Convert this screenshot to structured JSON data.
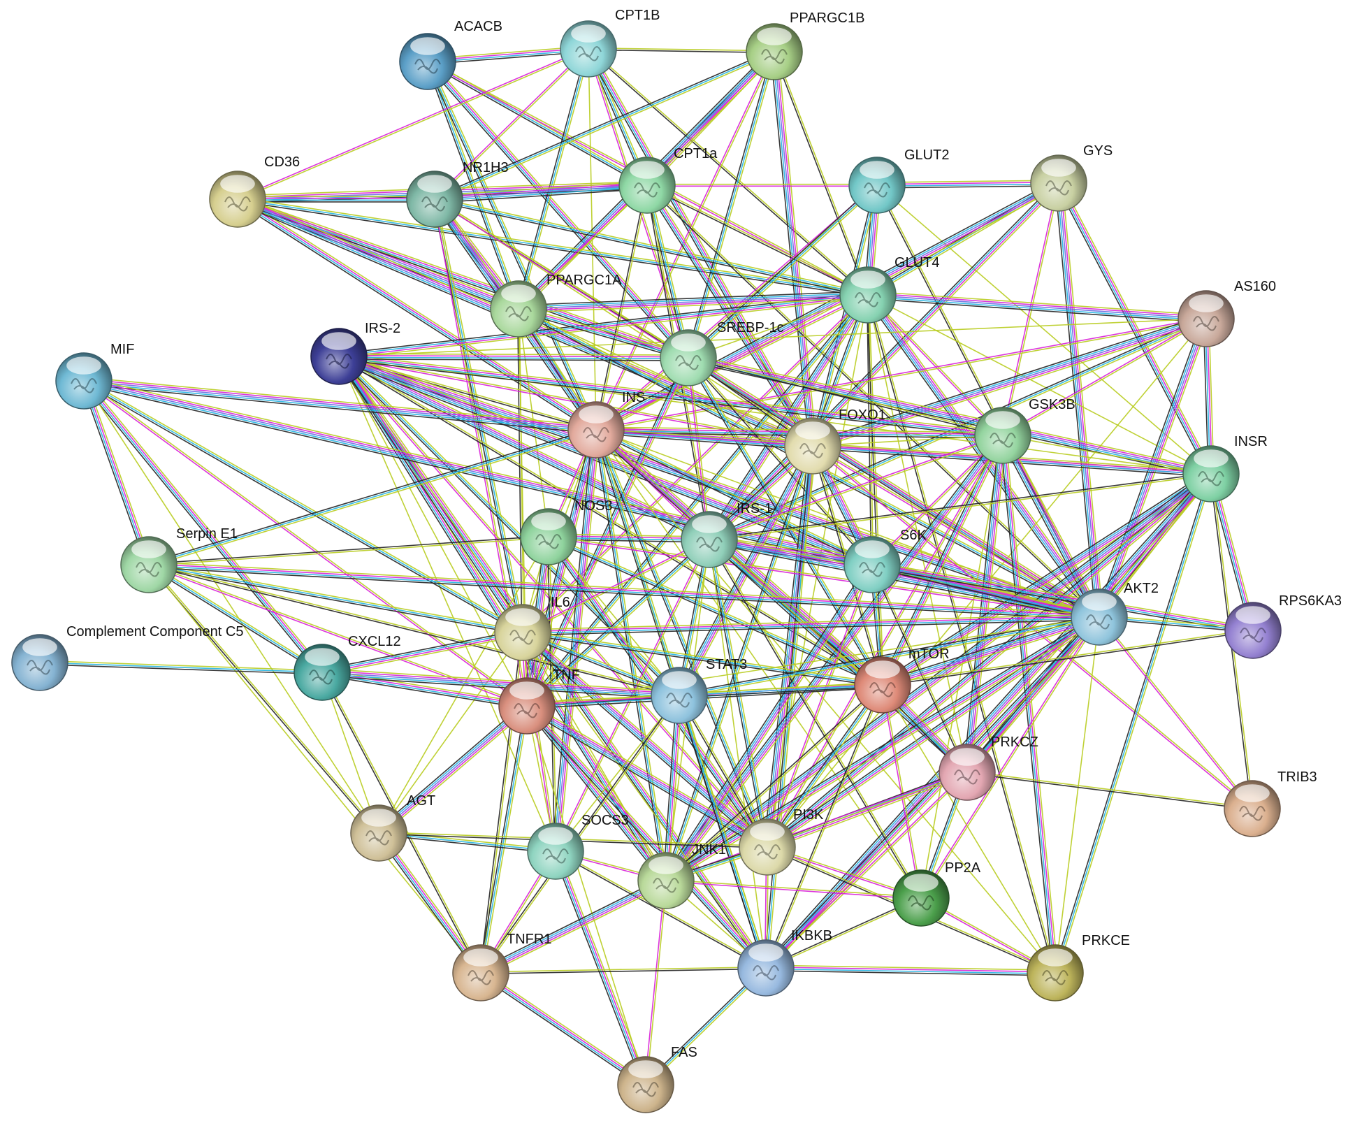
{
  "network": {
    "nodes": [
      {
        "id": "ACACB",
        "label": "ACACB",
        "color": "#5b9fc7"
      },
      {
        "id": "CPT1B",
        "label": "CPT1B",
        "color": "#8fd6d8"
      },
      {
        "id": "PPARGC1B",
        "label": "PPARGC1B",
        "color": "#a7cf86"
      },
      {
        "id": "CD36",
        "label": "CD36",
        "color": "#d6cf8f"
      },
      {
        "id": "NR1H3",
        "label": "NR1H3",
        "color": "#7fb8a6"
      },
      {
        "id": "CPT1a",
        "label": "CPT1a",
        "color": "#8fd8a5"
      },
      {
        "id": "GLUT2",
        "label": "GLUT2",
        "color": "#72c7c7"
      },
      {
        "id": "GYS",
        "label": "GYS",
        "color": "#c8d0a2"
      },
      {
        "id": "GLUT4",
        "label": "GLUT4",
        "color": "#86d2b1"
      },
      {
        "id": "AS160",
        "label": "AS160",
        "color": "#c8a89a"
      },
      {
        "id": "PPARGC1A",
        "label": "PPARGC1A",
        "color": "#a9d89c"
      },
      {
        "id": "IRS-2",
        "label": "IRS-2",
        "color": "#3d3f96"
      },
      {
        "id": "SREBP-1c",
        "label": "SREBP-1c",
        "color": "#9fdcb0"
      },
      {
        "id": "MIF",
        "label": "MIF",
        "color": "#6fb9d4"
      },
      {
        "id": "INS",
        "label": "INS",
        "color": "#e2aa9d"
      },
      {
        "id": "FOXO1",
        "label": "FOXO1",
        "color": "#e2dcae"
      },
      {
        "id": "GSK3B",
        "label": "GSK3B",
        "color": "#94d49f"
      },
      {
        "id": "INSR",
        "label": "INSR",
        "color": "#7ed0a3"
      },
      {
        "id": "NOS3",
        "label": "NOS3",
        "color": "#8fd39d"
      },
      {
        "id": "IRS-1",
        "label": "IRS-1",
        "color": "#90cfb9"
      },
      {
        "id": "S6K",
        "label": "S6K",
        "color": "#80cfc3"
      },
      {
        "id": "Serpin E1",
        "label": "Serpin E1",
        "color": "#9fd7a5"
      },
      {
        "id": "IL6",
        "label": "IL6",
        "color": "#d8d49c"
      },
      {
        "id": "AKT2",
        "label": "AKT2",
        "color": "#8fc4dc"
      },
      {
        "id": "RPS6KA3",
        "label": "RPS6KA3",
        "color": "#9481d1"
      },
      {
        "id": "Complement Component C5",
        "label": "Complement Component C5",
        "color": "#85b3d2"
      },
      {
        "id": "CXCL12",
        "label": "CXCL12",
        "color": "#4aa9a1"
      },
      {
        "id": "TNF",
        "label": "TNF",
        "color": "#d98f7e"
      },
      {
        "id": "STAT3",
        "label": "STAT3",
        "color": "#8ec2dd"
      },
      {
        "id": "mTOR",
        "label": "mTOR",
        "color": "#de8a78"
      },
      {
        "id": "PRKCZ",
        "label": "PRKCZ",
        "color": "#e3a7b2"
      },
      {
        "id": "TRIB3",
        "label": "TRIB3",
        "color": "#dbb08f"
      },
      {
        "id": "AGT",
        "label": "AGT",
        "color": "#cfc098"
      },
      {
        "id": "SOCS3",
        "label": "SOCS3",
        "color": "#8fd4c0"
      },
      {
        "id": "PI3K",
        "label": "PI3K",
        "color": "#dcd9a9"
      },
      {
        "id": "JNK1",
        "label": "JNK1",
        "color": "#b9d99a"
      },
      {
        "id": "PP2A",
        "label": "PP2A",
        "color": "#4b9f4b"
      },
      {
        "id": "PRKCE",
        "label": "PRKCE",
        "color": "#bdb45b"
      },
      {
        "id": "TNFR1",
        "label": "TNFR1",
        "color": "#d8b691"
      },
      {
        "id": "IKBKB",
        "label": "IKBKB",
        "color": "#97b9df"
      },
      {
        "id": "FAS",
        "label": "FAS",
        "color": "#cdb48c"
      }
    ],
    "edge_colors": {
      "textmining": "#b8cc1f",
      "coexpression": "#222222",
      "experiments": "#d81fd8",
      "databases": "#21b4e2",
      "neighborhood": "#6a6ae0"
    },
    "edges": [
      [
        "ACACB",
        "CPT1B"
      ],
      [
        "ACACB",
        "CPT1a"
      ],
      [
        "ACACB",
        "GLUT4"
      ],
      [
        "ACACB",
        "SREBP-1c"
      ],
      [
        "ACACB",
        "PPARGC1A"
      ],
      [
        "ACACB",
        "INS"
      ],
      [
        "CPT1B",
        "PPARGC1B"
      ],
      [
        "CPT1B",
        "CPT1a"
      ],
      [
        "CPT1B",
        "NR1H3"
      ],
      [
        "CPT1B",
        "GLUT4"
      ],
      [
        "CPT1B",
        "PPARGC1A"
      ],
      [
        "CPT1B",
        "SREBP-1c"
      ],
      [
        "CPT1B",
        "FOXO1"
      ],
      [
        "CPT1B",
        "CD36"
      ],
      [
        "CPT1B",
        "INS"
      ],
      [
        "PPARGC1B",
        "CPT1a"
      ],
      [
        "PPARGC1B",
        "NR1H3"
      ],
      [
        "PPARGC1B",
        "PPARGC1A"
      ],
      [
        "PPARGC1B",
        "GLUT4"
      ],
      [
        "PPARGC1B",
        "SREBP-1c"
      ],
      [
        "PPARGC1B",
        "FOXO1"
      ],
      [
        "PPARGC1B",
        "INS"
      ],
      [
        "CD36",
        "CPT1a"
      ],
      [
        "CD36",
        "NR1H3"
      ],
      [
        "CD36",
        "GLUT4"
      ],
      [
        "CD36",
        "PPARGC1A"
      ],
      [
        "CD36",
        "SREBP-1c"
      ],
      [
        "CD36",
        "INS"
      ],
      [
        "CD36",
        "FOXO1"
      ],
      [
        "NR1H3",
        "CPT1a"
      ],
      [
        "NR1H3",
        "SREBP-1c"
      ],
      [
        "NR1H3",
        "GLUT4"
      ],
      [
        "NR1H3",
        "PPARGC1A"
      ],
      [
        "NR1H3",
        "INS"
      ],
      [
        "NR1H3",
        "FOXO1"
      ],
      [
        "NR1H3",
        "IL6"
      ],
      [
        "NR1H3",
        "TNF"
      ],
      [
        "NR1H3",
        "AKT2"
      ],
      [
        "CPT1a",
        "GLUT2"
      ],
      [
        "CPT1a",
        "GLUT4"
      ],
      [
        "CPT1a",
        "SREBP-1c"
      ],
      [
        "CPT1a",
        "PPARGC1A"
      ],
      [
        "CPT1a",
        "FOXO1"
      ],
      [
        "CPT1a",
        "INS"
      ],
      [
        "CPT1a",
        "AKT2"
      ],
      [
        "CPT1a",
        "IRS-1"
      ],
      [
        "GLUT2",
        "GYS"
      ],
      [
        "GLUT2",
        "GLUT4"
      ],
      [
        "GLUT2",
        "INS"
      ],
      [
        "GLUT2",
        "FOXO1"
      ],
      [
        "GLUT2",
        "AKT2"
      ],
      [
        "GLUT2",
        "INSR"
      ],
      [
        "GLUT2",
        "SREBP-1c"
      ],
      [
        "GYS",
        "GLUT4"
      ],
      [
        "GYS",
        "GSK3B"
      ],
      [
        "GYS",
        "INS"
      ],
      [
        "GYS",
        "AKT2"
      ],
      [
        "GYS",
        "INSR"
      ],
      [
        "GYS",
        "IRS-1"
      ],
      [
        "GLUT4",
        "AS160"
      ],
      [
        "GLUT4",
        "INS"
      ],
      [
        "GLUT4",
        "FOXO1"
      ],
      [
        "GLUT4",
        "GSK3B"
      ],
      [
        "GLUT4",
        "INSR"
      ],
      [
        "GLUT4",
        "AKT2"
      ],
      [
        "GLUT4",
        "IRS-1"
      ],
      [
        "GLUT4",
        "IRS-2"
      ],
      [
        "GLUT4",
        "S6K"
      ],
      [
        "GLUT4",
        "mTOR"
      ],
      [
        "GLUT4",
        "PI3K"
      ],
      [
        "GLUT4",
        "PRKCZ"
      ],
      [
        "GLUT4",
        "TNF"
      ],
      [
        "GLUT4",
        "IL6"
      ],
      [
        "GLUT4",
        "SREBP-1c"
      ],
      [
        "GLUT4",
        "PPARGC1A"
      ],
      [
        "GLUT4",
        "PRKCE"
      ],
      [
        "AS160",
        "AKT2"
      ],
      [
        "AS160",
        "INSR"
      ],
      [
        "AS160",
        "INS"
      ],
      [
        "AS160",
        "IRS-1"
      ],
      [
        "AS160",
        "GSK3B"
      ],
      [
        "AS160",
        "PI3K"
      ],
      [
        "AS160",
        "IRS-2"
      ],
      [
        "AS160",
        "FOXO1"
      ],
      [
        "PPARGC1A",
        "SREBP-1c"
      ],
      [
        "PPARGC1A",
        "FOXO1"
      ],
      [
        "PPARGC1A",
        "INS"
      ],
      [
        "PPARGC1A",
        "AKT2"
      ],
      [
        "PPARGC1A",
        "IL6"
      ],
      [
        "PPARGC1A",
        "TNF"
      ],
      [
        "PPARGC1A",
        "NOS3"
      ],
      [
        "IRS-2",
        "INS"
      ],
      [
        "IRS-2",
        "FOXO1"
      ],
      [
        "IRS-2",
        "INSR"
      ],
      [
        "IRS-2",
        "AKT2"
      ],
      [
        "IRS-2",
        "IRS-1"
      ],
      [
        "IRS-2",
        "GSK3B"
      ],
      [
        "IRS-2",
        "PI3K"
      ],
      [
        "IRS-2",
        "mTOR"
      ],
      [
        "IRS-2",
        "S6K"
      ],
      [
        "IRS-2",
        "SOCS3"
      ],
      [
        "IRS-2",
        "JNK1"
      ],
      [
        "IRS-2",
        "IKBKB"
      ],
      [
        "IRS-2",
        "STAT3"
      ],
      [
        "IRS-2",
        "TNF"
      ],
      [
        "IRS-2",
        "SREBP-1c"
      ],
      [
        "IRS-2",
        "IL6"
      ],
      [
        "SREBP-1c",
        "INS"
      ],
      [
        "SREBP-1c",
        "FOXO1"
      ],
      [
        "SREBP-1c",
        "INSR"
      ],
      [
        "SREBP-1c",
        "AKT2"
      ],
      [
        "SREBP-1c",
        "mTOR"
      ],
      [
        "SREBP-1c",
        "S6K"
      ],
      [
        "SREBP-1c",
        "IRS-1"
      ],
      [
        "SREBP-1c",
        "GSK3B"
      ],
      [
        "SREBP-1c",
        "TNF"
      ],
      [
        "MIF",
        "Serpin E1"
      ],
      [
        "MIF",
        "IL6"
      ],
      [
        "MIF",
        "TNF"
      ],
      [
        "MIF",
        "CXCL12"
      ],
      [
        "MIF",
        "AGT"
      ],
      [
        "MIF",
        "INS"
      ],
      [
        "MIF",
        "AKT2"
      ],
      [
        "INS",
        "FOXO1"
      ],
      [
        "INS",
        "GSK3B"
      ],
      [
        "INS",
        "INSR"
      ],
      [
        "INS",
        "IRS-1"
      ],
      [
        "INS",
        "AKT2"
      ],
      [
        "INS",
        "mTOR"
      ],
      [
        "INS",
        "S6K"
      ],
      [
        "INS",
        "PI3K"
      ],
      [
        "INS",
        "NOS3"
      ],
      [
        "INS",
        "IL6"
      ],
      [
        "INS",
        "TNF"
      ],
      [
        "INS",
        "STAT3"
      ],
      [
        "INS",
        "SOCS3"
      ],
      [
        "INS",
        "JNK1"
      ],
      [
        "INS",
        "IKBKB"
      ],
      [
        "INS",
        "PRKCZ"
      ],
      [
        "INS",
        "PP2A"
      ],
      [
        "INS",
        "PRKCE"
      ],
      [
        "INS",
        "Serpin E1"
      ],
      [
        "FOXO1",
        "GSK3B"
      ],
      [
        "FOXO1",
        "INSR"
      ],
      [
        "FOXO1",
        "IRS-1"
      ],
      [
        "FOXO1",
        "AKT2"
      ],
      [
        "FOXO1",
        "mTOR"
      ],
      [
        "FOXO1",
        "S6K"
      ],
      [
        "FOXO1",
        "PI3K"
      ],
      [
        "FOXO1",
        "STAT3"
      ],
      [
        "FOXO1",
        "JNK1"
      ],
      [
        "FOXO1",
        "IKBKB"
      ],
      [
        "FOXO1",
        "TRIB3"
      ],
      [
        "GSK3B",
        "INSR"
      ],
      [
        "GSK3B",
        "AKT2"
      ],
      [
        "GSK3B",
        "mTOR"
      ],
      [
        "GSK3B",
        "S6K"
      ],
      [
        "GSK3B",
        "PI3K"
      ],
      [
        "GSK3B",
        "IRS-1"
      ],
      [
        "GSK3B",
        "PP2A"
      ],
      [
        "GSK3B",
        "JNK1"
      ],
      [
        "GSK3B",
        "PRKCZ"
      ],
      [
        "GSK3B",
        "PRKCE"
      ],
      [
        "INSR",
        "AKT2"
      ],
      [
        "INSR",
        "IRS-1"
      ],
      [
        "INSR",
        "mTOR"
      ],
      [
        "INSR",
        "PI3K"
      ],
      [
        "INSR",
        "PRKCZ"
      ],
      [
        "INSR",
        "PRKCE"
      ],
      [
        "INSR",
        "RPS6KA3"
      ],
      [
        "INSR",
        "TRIB3"
      ],
      [
        "INSR",
        "JNK1"
      ],
      [
        "INSR",
        "IKBKB"
      ],
      [
        "NOS3",
        "IRS-1"
      ],
      [
        "NOS3",
        "AKT2"
      ],
      [
        "NOS3",
        "IL6"
      ],
      [
        "NOS3",
        "TNF"
      ],
      [
        "NOS3",
        "STAT3"
      ],
      [
        "NOS3",
        "PI3K"
      ],
      [
        "NOS3",
        "mTOR"
      ],
      [
        "NOS3",
        "Serpin E1"
      ],
      [
        "NOS3",
        "AGT"
      ],
      [
        "NOS3",
        "SOCS3"
      ],
      [
        "IRS-1",
        "S6K"
      ],
      [
        "IRS-1",
        "AKT2"
      ],
      [
        "IRS-1",
        "mTOR"
      ],
      [
        "IRS-1",
        "PI3K"
      ],
      [
        "IRS-1",
        "STAT3"
      ],
      [
        "IRS-1",
        "SOCS3"
      ],
      [
        "IRS-1",
        "JNK1"
      ],
      [
        "IRS-1",
        "IKBKB"
      ],
      [
        "IRS-1",
        "TNF"
      ],
      [
        "IRS-1",
        "IL6"
      ],
      [
        "IRS-1",
        "PRKCZ"
      ],
      [
        "IRS-1",
        "PP2A"
      ],
      [
        "S6K",
        "AKT2"
      ],
      [
        "S6K",
        "mTOR"
      ],
      [
        "S6K",
        "PI3K"
      ],
      [
        "S6K",
        "RPS6KA3"
      ],
      [
        "S6K",
        "PRKCZ"
      ],
      [
        "S6K",
        "JNK1"
      ],
      [
        "Serpin E1",
        "IL6"
      ],
      [
        "Serpin E1",
        "TNF"
      ],
      [
        "Serpin E1",
        "AGT"
      ],
      [
        "Serpin E1",
        "CXCL12"
      ],
      [
        "Serpin E1",
        "STAT3"
      ],
      [
        "Serpin E1",
        "TNFR1"
      ],
      [
        "Serpin E1",
        "AKT2"
      ],
      [
        "IL6",
        "TNF"
      ],
      [
        "IL6",
        "STAT3"
      ],
      [
        "IL6",
        "SOCS3"
      ],
      [
        "IL6",
        "JNK1"
      ],
      [
        "IL6",
        "IKBKB"
      ],
      [
        "IL6",
        "AKT2"
      ],
      [
        "IL6",
        "mTOR"
      ],
      [
        "IL6",
        "CXCL12"
      ],
      [
        "IL6",
        "AGT"
      ],
      [
        "IL6",
        "TNFR1"
      ],
      [
        "IL6",
        "PI3K"
      ],
      [
        "AKT2",
        "mTOR"
      ],
      [
        "AKT2",
        "PI3K"
      ],
      [
        "AKT2",
        "PRKCZ"
      ],
      [
        "AKT2",
        "PP2A"
      ],
      [
        "AKT2",
        "TRIB3"
      ],
      [
        "AKT2",
        "RPS6KA3"
      ],
      [
        "AKT2",
        "PRKCE"
      ],
      [
        "AKT2",
        "JNK1"
      ],
      [
        "AKT2",
        "IKBKB"
      ],
      [
        "AKT2",
        "STAT3"
      ],
      [
        "AKT2",
        "TNF"
      ],
      [
        "Complement Component C5",
        "CXCL12"
      ],
      [
        "CXCL12",
        "AGT"
      ],
      [
        "CXCL12",
        "TNFR1"
      ],
      [
        "CXCL12",
        "TNF"
      ],
      [
        "CXCL12",
        "STAT3"
      ],
      [
        "TNF",
        "STAT3"
      ],
      [
        "TNF",
        "SOCS3"
      ],
      [
        "TNF",
        "JNK1"
      ],
      [
        "TNF",
        "IKBKB"
      ],
      [
        "TNF",
        "TNFR1"
      ],
      [
        "TNF",
        "FAS"
      ],
      [
        "TNF",
        "AGT"
      ],
      [
        "TNF",
        "PI3K"
      ],
      [
        "TNF",
        "mTOR"
      ],
      [
        "STAT3",
        "SOCS3"
      ],
      [
        "STAT3",
        "JNK1"
      ],
      [
        "STAT3",
        "mTOR"
      ],
      [
        "STAT3",
        "IKBKB"
      ],
      [
        "STAT3",
        "PI3K"
      ],
      [
        "STAT3",
        "TNFR1"
      ],
      [
        "mTOR",
        "PRKCZ"
      ],
      [
        "mTOR",
        "PI3K"
      ],
      [
        "mTOR",
        "PP2A"
      ],
      [
        "mTOR",
        "JNK1"
      ],
      [
        "mTOR",
        "IKBKB"
      ],
      [
        "mTOR",
        "PRKCE"
      ],
      [
        "mTOR",
        "RPS6KA3"
      ],
      [
        "PRKCZ",
        "PI3K"
      ],
      [
        "PRKCZ",
        "PP2A"
      ],
      [
        "PRKCZ",
        "JNK1"
      ],
      [
        "PRKCZ",
        "IKBKB"
      ],
      [
        "PRKCZ",
        "TRIB3"
      ],
      [
        "AGT",
        "TNFR1"
      ],
      [
        "AGT",
        "SOCS3"
      ],
      [
        "AGT",
        "PI3K"
      ],
      [
        "SOCS3",
        "JNK1"
      ],
      [
        "SOCS3",
        "TNFR1"
      ],
      [
        "SOCS3",
        "IKBKB"
      ],
      [
        "SOCS3",
        "FAS"
      ],
      [
        "PI3K",
        "JNK1"
      ],
      [
        "PI3K",
        "PP2A"
      ],
      [
        "PI3K",
        "IKBKB"
      ],
      [
        "PI3K",
        "PRKCE"
      ],
      [
        "JNK1",
        "IKBKB"
      ],
      [
        "JNK1",
        "TNFR1"
      ],
      [
        "JNK1",
        "FAS"
      ],
      [
        "JNK1",
        "PP2A"
      ],
      [
        "PP2A",
        "PRKCE"
      ],
      [
        "PP2A",
        "IKBKB"
      ],
      [
        "TNFR1",
        "IKBKB"
      ],
      [
        "TNFR1",
        "FAS"
      ],
      [
        "IKBKB",
        "FAS"
      ],
      [
        "IKBKB",
        "PRKCE"
      ]
    ]
  }
}
